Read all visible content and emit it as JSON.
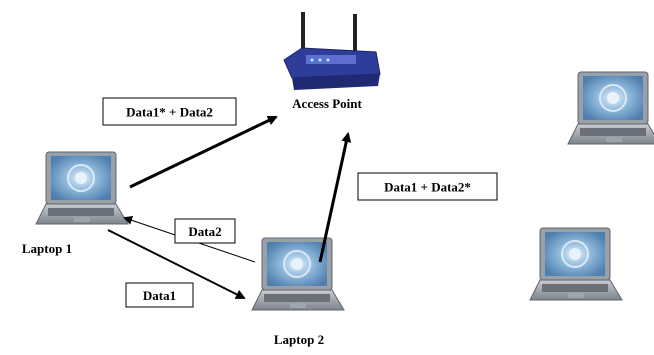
{
  "nodes": {
    "access_point": {
      "label": "Access Point"
    },
    "laptop1": {
      "label": "Laptop 1"
    },
    "laptop2": {
      "label": "Laptop 2"
    }
  },
  "edges": {
    "laptop1_to_ap": {
      "label": "Data1* + Data2"
    },
    "laptop2_to_ap": {
      "label": "Data1 + Data2*"
    },
    "laptop2_to_laptop1": {
      "label": "Data2"
    },
    "laptop1_to_laptop2": {
      "label": "Data1"
    }
  },
  "colors": {
    "laptop_body": "#8a8f96",
    "laptop_screen": "#6d9ec7",
    "router_body": "#3a4aa8",
    "arrow": "#000000"
  }
}
